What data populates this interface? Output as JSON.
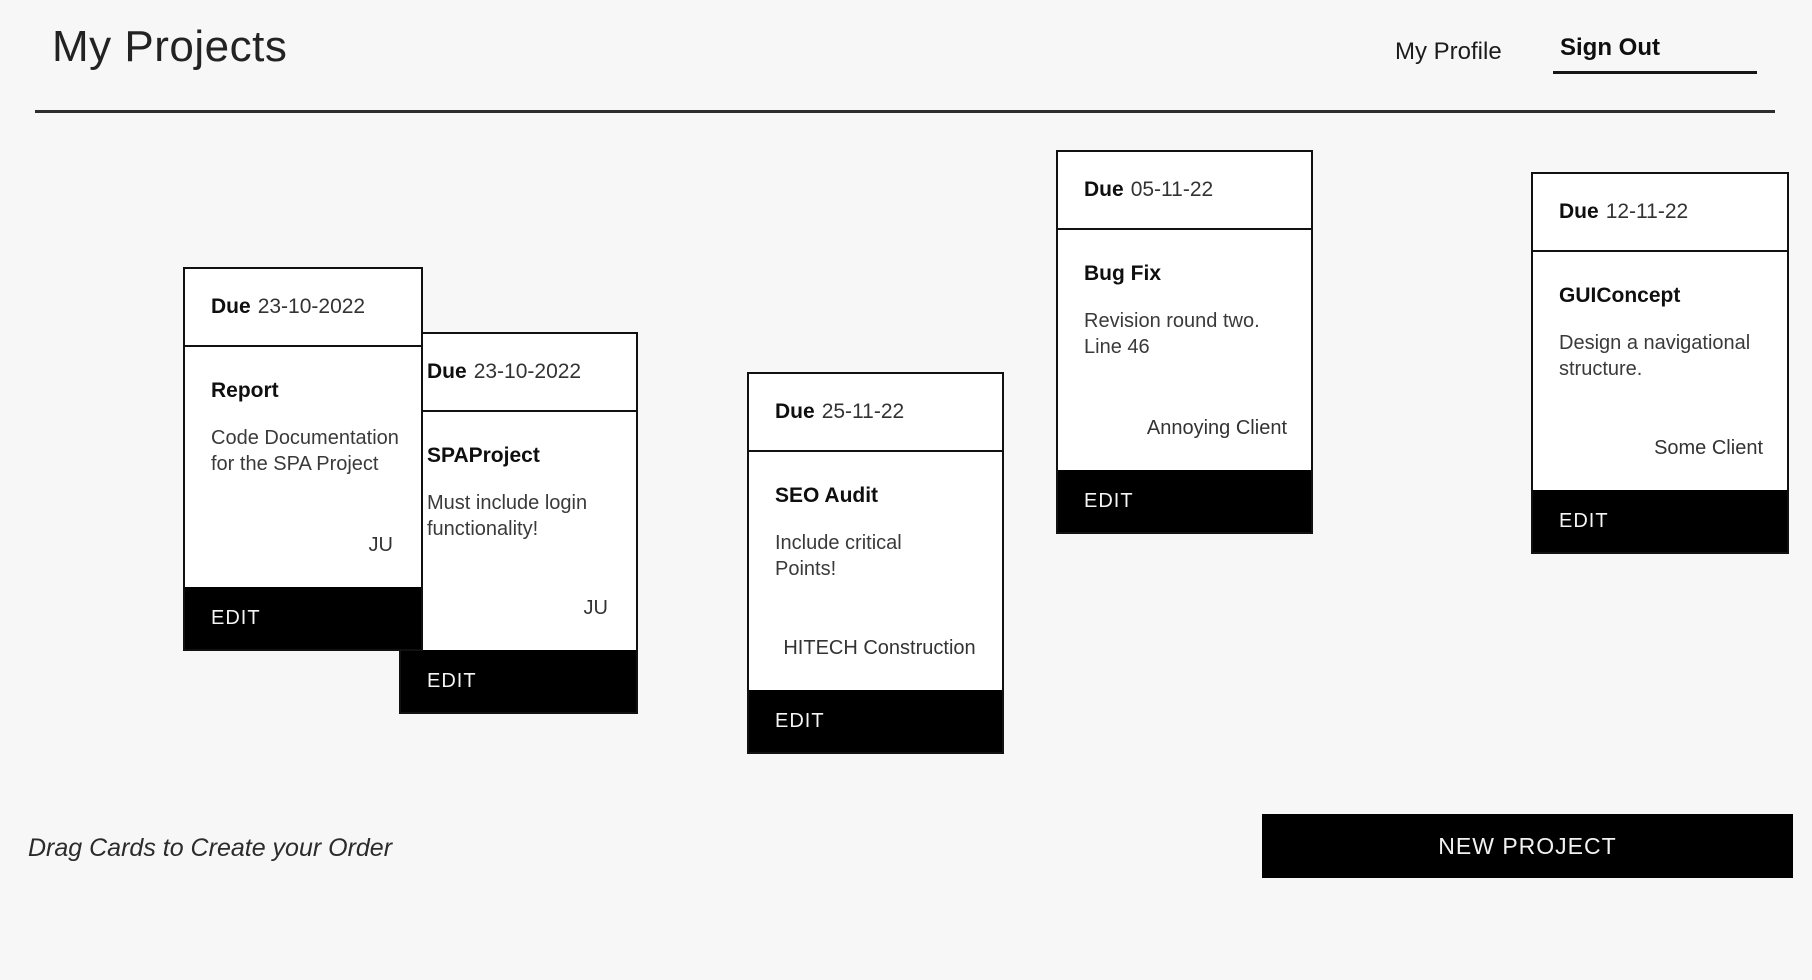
{
  "header": {
    "title": "My Projects",
    "nav": {
      "my_profile": "My Profile",
      "sign_out": "Sign Out"
    }
  },
  "cards": [
    {
      "due_label": "Due",
      "due_date": "23-10-2022",
      "title": "Report",
      "description": "Code Documentation for the SPA Project",
      "client": "JU",
      "edit_label": "EDIT"
    },
    {
      "due_label": "Due",
      "due_date": "23-10-2022",
      "title": "SPAProject",
      "description": "Must include login functionality!",
      "client": "JU",
      "edit_label": "EDIT"
    },
    {
      "due_label": "Due",
      "due_date": "25-11-22",
      "title": "SEO Audit",
      "description": "Include critical Points!",
      "client": "HITECH Construction",
      "edit_label": "EDIT"
    },
    {
      "due_label": "Due",
      "due_date": "05-11-22",
      "title": "Bug Fix",
      "description": "Revision round two. Line 46",
      "client": "Annoying Client",
      "edit_label": "EDIT"
    },
    {
      "due_label": "Due",
      "due_date": "12-11-22",
      "title": "GUIConcept",
      "description": "Design a navigational structure.",
      "client": "Some Client",
      "edit_label": "EDIT"
    }
  ],
  "footer": {
    "drag_hint": "Drag Cards to Create your Order",
    "new_project_label": "NEW PROJECT"
  },
  "colors": {
    "background": "#f7f7f7",
    "card_background": "#ffffff",
    "border": "#111111",
    "accent": "#000000",
    "accent_text": "#ffffff"
  }
}
